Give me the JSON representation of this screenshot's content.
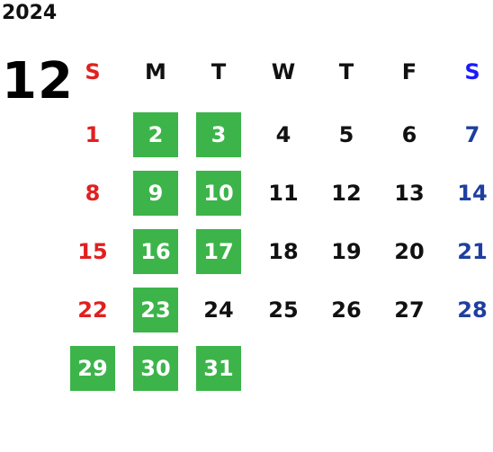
{
  "calendar": {
    "year": "2024",
    "month": "12",
    "weekday_headers": [
      "S",
      "M",
      "T",
      "W",
      "T",
      "F",
      "S"
    ],
    "highlight_color": "#3cb44a",
    "colors": {
      "sunday": "#e02020",
      "saturday": "#1f3fa0",
      "saturday_header": "#1a1aff",
      "weekday": "#111111"
    },
    "weeks": [
      [
        {
          "d": "1"
        },
        {
          "d": "2",
          "hl": true
        },
        {
          "d": "3",
          "hl": true
        },
        {
          "d": "4"
        },
        {
          "d": "5"
        },
        {
          "d": "6"
        },
        {
          "d": "7"
        }
      ],
      [
        {
          "d": "8"
        },
        {
          "d": "9",
          "hl": true
        },
        {
          "d": "10",
          "hl": true
        },
        {
          "d": "11"
        },
        {
          "d": "12"
        },
        {
          "d": "13"
        },
        {
          "d": "14"
        }
      ],
      [
        {
          "d": "15"
        },
        {
          "d": "16",
          "hl": true
        },
        {
          "d": "17",
          "hl": true
        },
        {
          "d": "18"
        },
        {
          "d": "19"
        },
        {
          "d": "20"
        },
        {
          "d": "21"
        }
      ],
      [
        {
          "d": "22"
        },
        {
          "d": "23",
          "hl": true
        },
        {
          "d": "24"
        },
        {
          "d": "25"
        },
        {
          "d": "26"
        },
        {
          "d": "27"
        },
        {
          "d": "28"
        }
      ],
      [
        {
          "d": "29",
          "hl": true
        },
        {
          "d": "30",
          "hl": true
        },
        {
          "d": "31",
          "hl": true
        }
      ]
    ]
  }
}
